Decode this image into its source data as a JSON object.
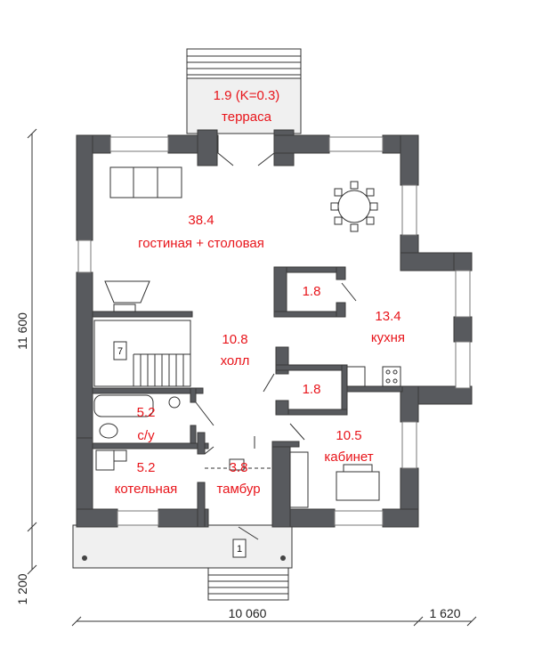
{
  "rooms": {
    "terrace": {
      "area": "1.9 (K=0.3)",
      "name": "терраса"
    },
    "living": {
      "area": "38.4",
      "name": "гостиная + столовая"
    },
    "pantry1": {
      "area": "1.8"
    },
    "kitchen": {
      "area": "13.4",
      "name": "кухня"
    },
    "hall": {
      "area": "10.8",
      "name": "холл"
    },
    "pantry2": {
      "area": "1.8"
    },
    "bathroom": {
      "area": "5.2",
      "name": "с/у"
    },
    "study": {
      "area": "10.5",
      "name": "кабинет"
    },
    "boiler": {
      "area": "5.2",
      "name": "котельная"
    },
    "vestibule": {
      "area": "3.8",
      "name": "тамбур"
    }
  },
  "marks": {
    "stair": "7",
    "entrance": "1"
  },
  "dimensions": {
    "vertical_main": "11 600",
    "vertical_porch": "1 200",
    "horizontal_main": "10 060",
    "horizontal_extra": "1 620"
  }
}
